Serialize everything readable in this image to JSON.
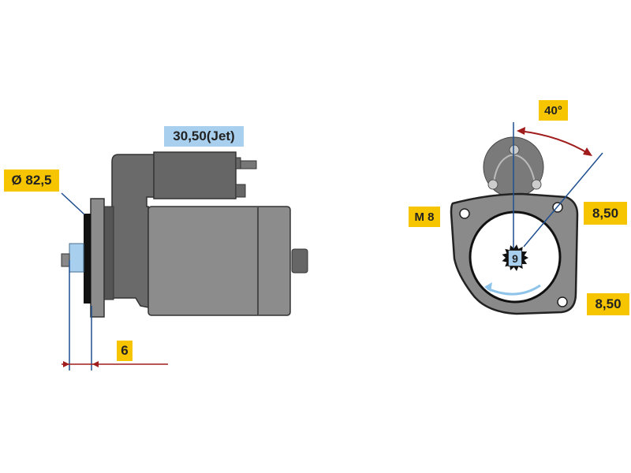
{
  "side_view": {
    "diameter_label": "Ø 82,5",
    "terminal_label": "30,50(Jet)",
    "offset_label": "6"
  },
  "front_view": {
    "angle_label": "40°",
    "thread_label": "M 8",
    "hole_label_top": "8,50",
    "hole_label_bottom": "8,50",
    "teeth_count": "9"
  },
  "colors": {
    "label_yellow": "#f6c500",
    "label_blue": "#a8d0ee",
    "dimension_red": "#a01c1c",
    "guide_blue": "#1f4f8f",
    "body_gray": "#8c8c8c",
    "dark_gray": "#666666"
  }
}
